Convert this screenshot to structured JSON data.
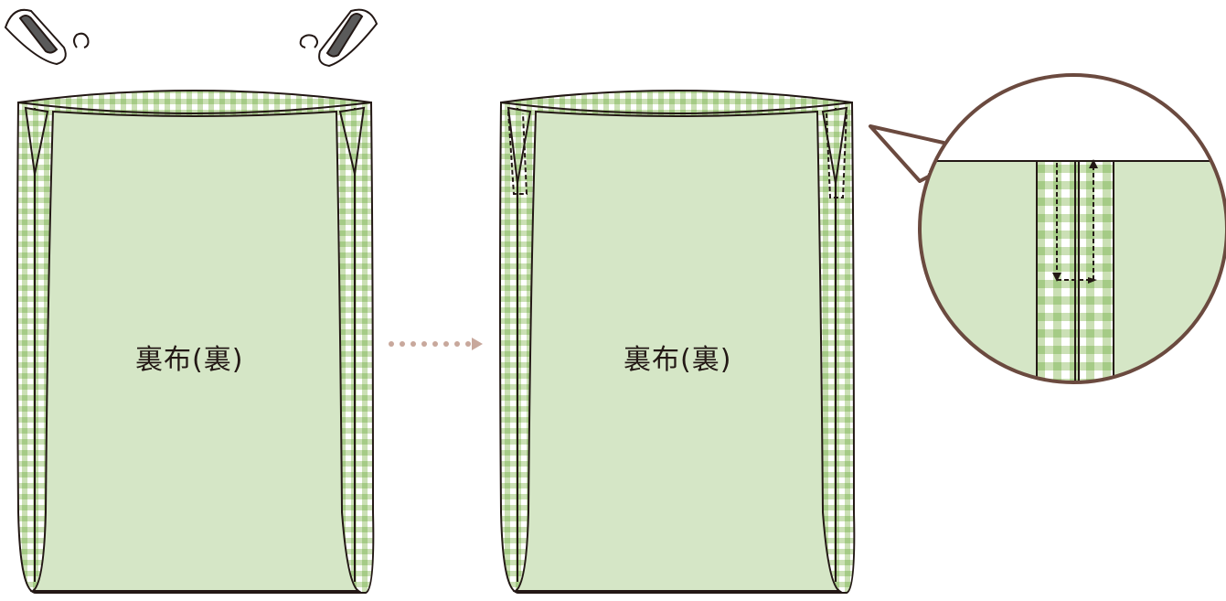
{
  "panels": {
    "left": {
      "label": "裏布(裏)"
    },
    "right": {
      "label": "裏布(裏)"
    }
  },
  "icons": {
    "iron_left": "iron-with-steam-icon",
    "iron_right": "iron-with-steam-icon",
    "step_arrow": "dotted-arrow-icon",
    "detail_callout": "magnifier-callout"
  },
  "colors": {
    "fabric_green": "#d5e6c6",
    "gingham_dark": "#a5cb86",
    "gingham_light": "#cbe0b5",
    "outline": "#231815",
    "callout_border": "#6b4a3f",
    "arrow": "#c8a89c",
    "iron_body": "#5a5a5a"
  }
}
